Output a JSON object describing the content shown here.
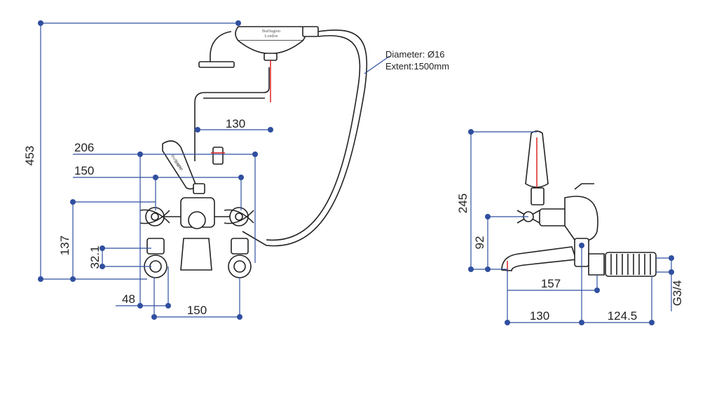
{
  "front_view": {
    "dim_453": "453",
    "dim_130_top": "130",
    "dim_206": "206",
    "dim_150_upper": "150",
    "dim_137": "137",
    "dim_32_1": "32.1",
    "dim_48": "48",
    "dim_150_bottom": "150",
    "hose_diameter": "Diameter: Ø16",
    "hose_extent": "Extent:1500mm",
    "handset_brand_line1": "Burlington",
    "handset_brand_line2": "London",
    "lever_label_line1": "Burlington",
    "lever_label_line2": "BATH"
  },
  "side_view": {
    "dim_245": "245",
    "dim_92": "92",
    "dim_157": "157",
    "dim_130": "130",
    "dim_124_5": "124.5",
    "dim_g3_4": "G3/4"
  },
  "colors": {
    "dimension_line": "#2f4f9f",
    "outline": "#222222",
    "marker": "#dd2222"
  }
}
